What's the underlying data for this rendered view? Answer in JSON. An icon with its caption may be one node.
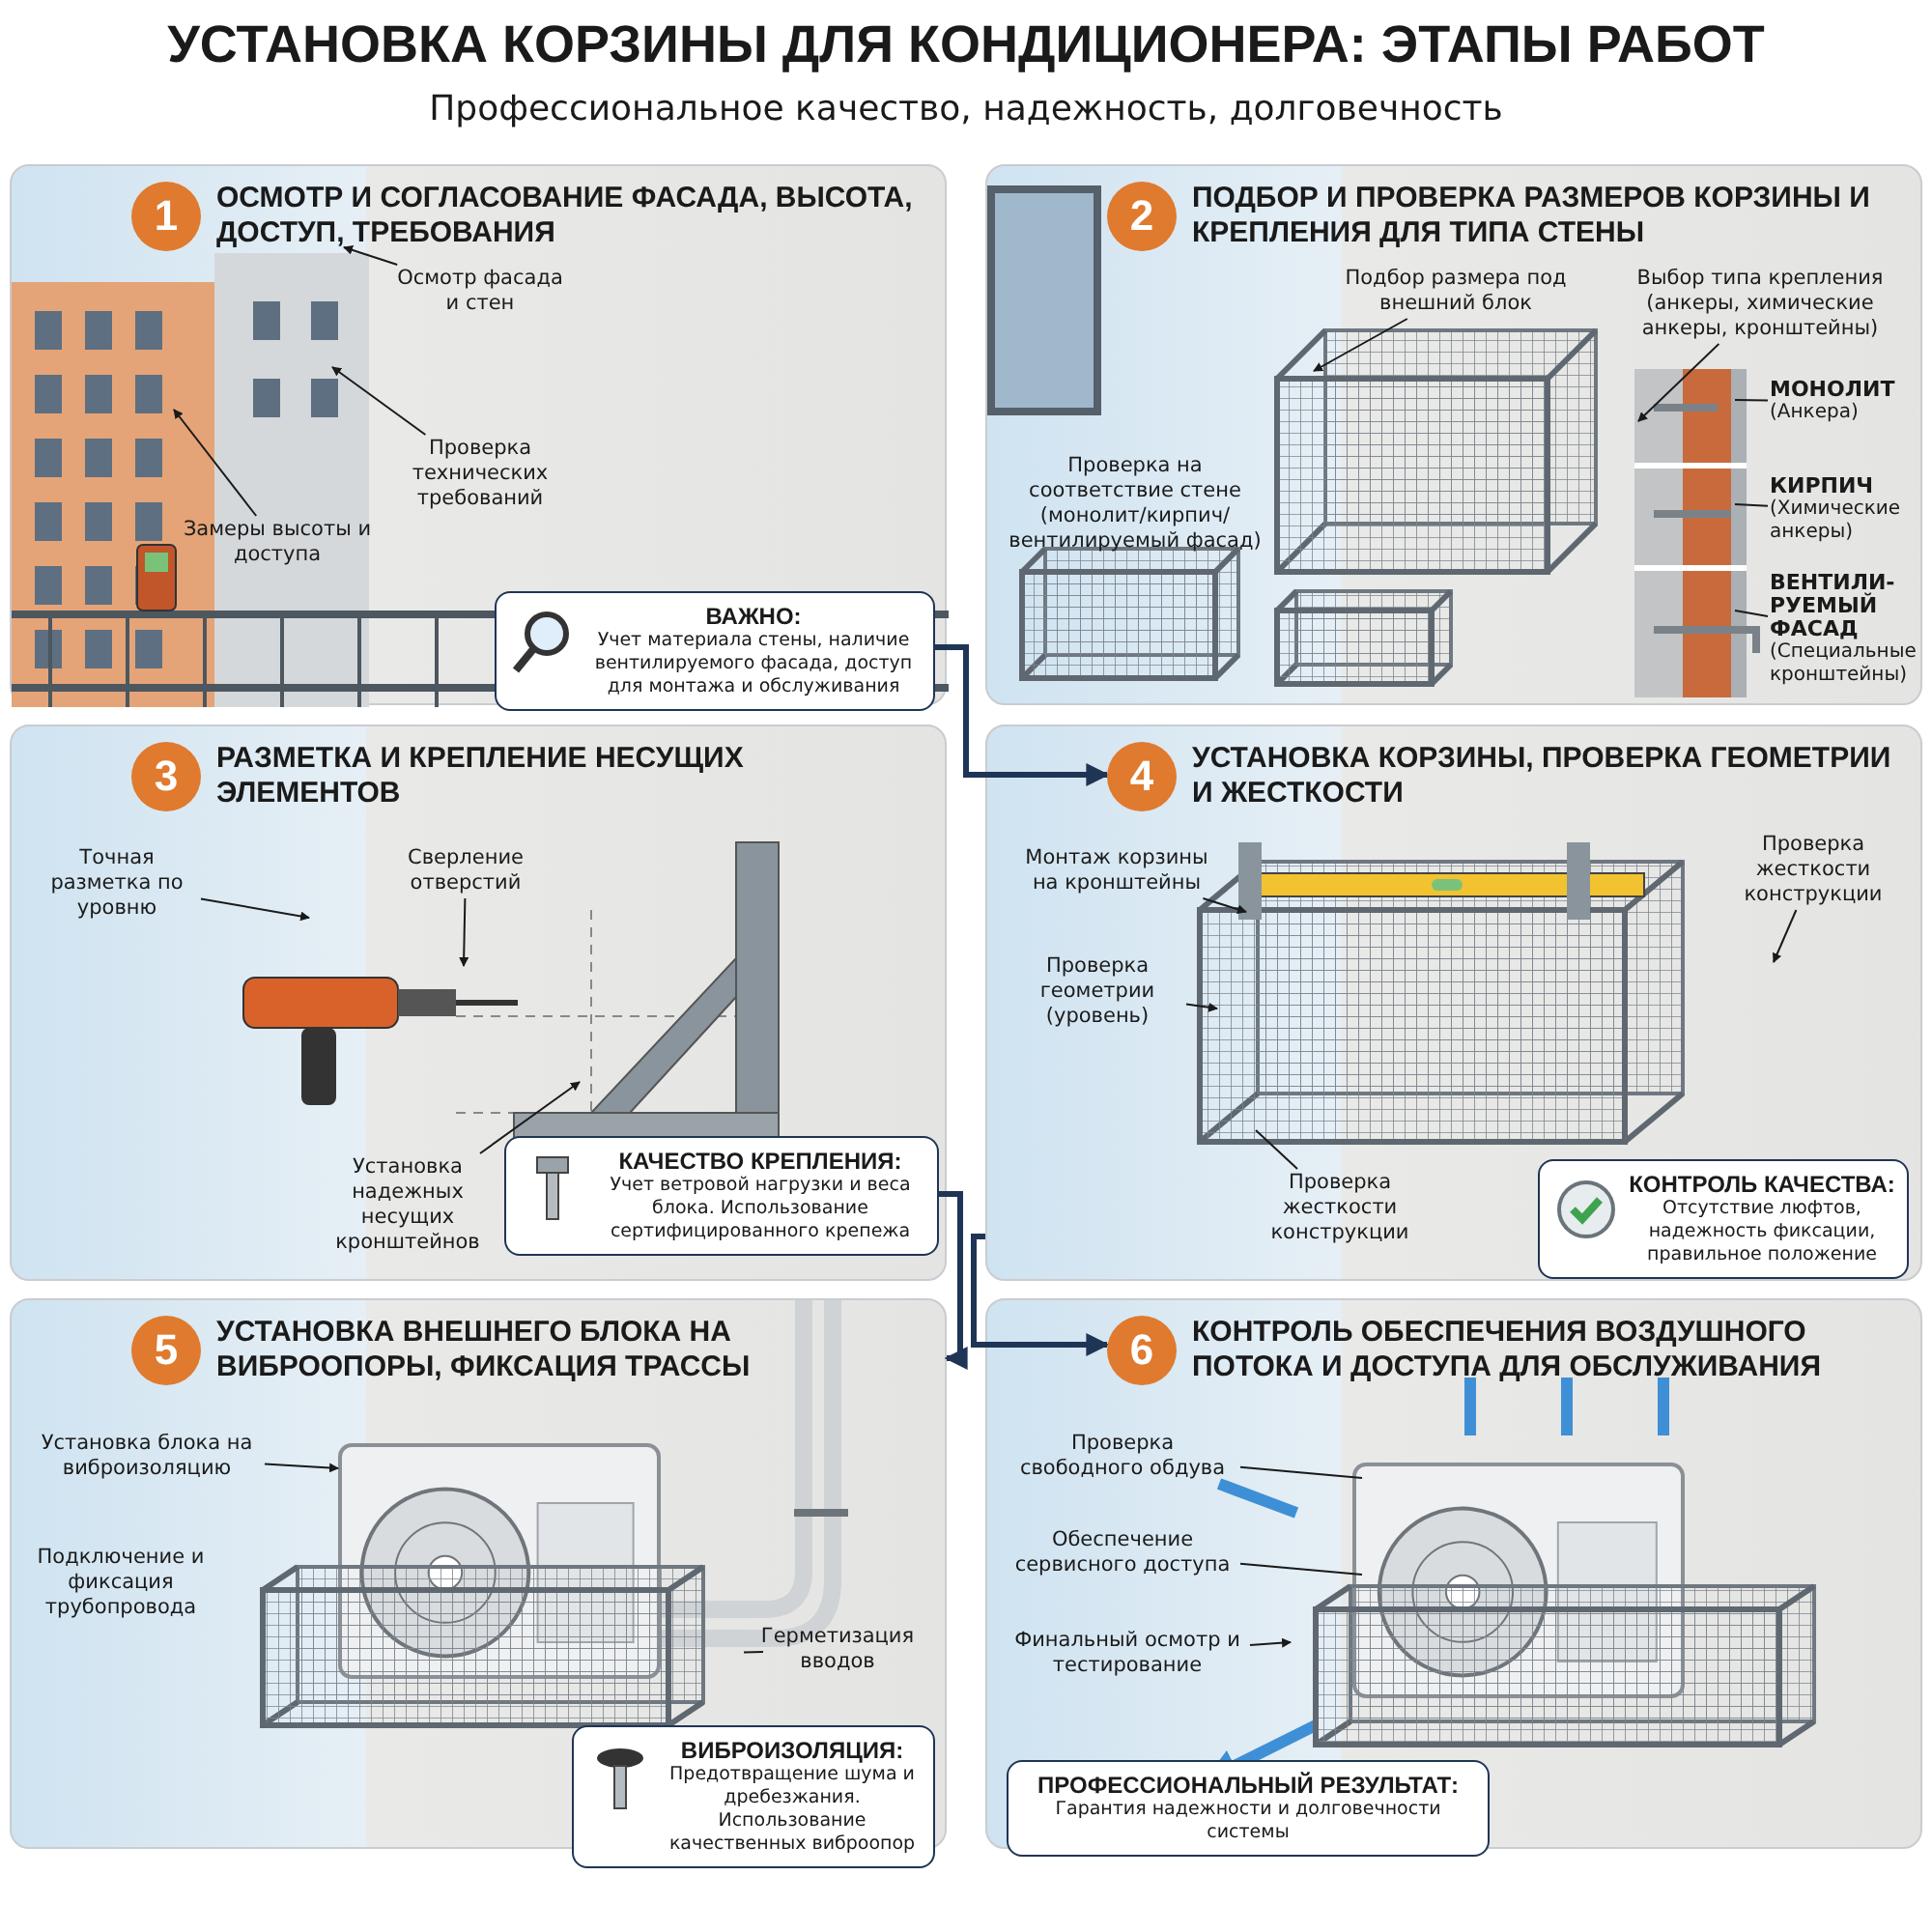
{
  "diagram": {
    "title": "УСТАНОВКА КОРЗИНЫ ДЛЯ КОНДИЦИОНЕРА: ЭТАПЫ РАБОТ",
    "nodes": [
      {
        "text": [
          "ОСМОТР И СОГЛАСОВАНИЕ ФАСАДА, ВЫСОТА, ДОСТУП, ТРЕБОВАНИЯ"
        ]
      },
      {
        "text": [
          "1"
        ],
        "in": 0
      },
      {
        "text": [
          "Осмотр фасада и стен"
        ],
        "in": 0
      },
      {
        "text": [
          "Проверка технических требований"
        ],
        "in": 0
      },
      {
        "text": [
          "Замеры высоты и доступа"
        ],
        "in": 0
      },
      {
        "text": [
          "ВАЖНО:",
          "Учет материала стены, наличие вентилируемого фасада, доступ для монтажа и обслуживания"
        ],
        "in": 0
      },
      {
        "text": [
          "ПОДБОР И ПРОВЕРКА РАЗМЕРОВ КОРЗИНЫ И КРЕПЛЕНИЯ ДЛЯ ТИПА СТЕНЫ"
        ]
      },
      {
        "text": [
          "2"
        ],
        "in": 6
      },
      {
        "text": [
          "Подбор размера под внешний блок"
        ],
        "in": 6
      },
      {
        "text": [
          "Выбор типа крепления (анкеры, химические анкеры, кронштейны)"
        ],
        "in": 6
      },
      {
        "text": [
          "МОНОЛИТ",
          "(Анкера)"
        ],
        "in": 6
      },
      {
        "text": [
          "КИРПИЧ",
          "(Химические анкеры)"
        ],
        "in": 6
      },
      {
        "text": [
          "ВЕНТИЛИ- РУЕМЫЙ ФАСАД",
          "(Специальные кронштейны)"
        ],
        "in": 6
      },
      {
        "text": [
          "РАЗМЕТКА И КРЕПЛЕНИЕ НЕСУЩИХ ЭЛЕМЕНТОВ"
        ]
      },
      {
        "text": [
          "3"
        ],
        "in": 13
      },
      {
        "text": [
          "Точная разметка по уровню"
        ],
        "in": 13
      },
      {
        "text": [
          "Сверление отверстий"
        ],
        "in": 13
      },
      {
        "text": [
          "Установка надежных несущих кронштейнов"
        ],
        "in": 13
      },
      {
        "text": [
          "КАЧЕСТВО КРЕПЛЕНИЯ:",
          "Учет ветровой нагрузки и веса блока. Использование сертифицированного крепежа"
        ],
        "in": 13
      },
      {
        "text": [
          "УСТАНОВКА КОРЗИНЫ, ПРОВЕРКА ГЕОМЕТРИИ И ЖЕСТКОСТИ"
        ]
      },
      {
        "text": [
          "4"
        ],
        "in": 19
      },
      {
        "text": [
          "Монтаж корзины на кронштейны"
        ],
        "in": 19
      },
      {
        "text": [
          "Проверка геометрии (уровень)"
        ],
        "in": 19
      },
      {
        "text": [
          "Проверка жесткости конструкции"
        ],
        "in": 19
      },
      {
        "text": [
          "Проверка жесткости конструкции"
        ],
        "in": 19
      },
      {
        "text": [
          "КОНТРОЛЬ КАЧЕСТВА:",
          "Отсутствие люфтов, надежность фиксации, правильное положение"
        ],
        "in": 19
      },
      {
        "text": [
          "УСТАНОВКА ВНЕШНЕГО БЛОКА НА ВИБРООПОРЫ, ФИКСАЦИЯ ТРАССЫ"
        ]
      },
      {
        "text": [
          "5"
        ],
        "in": 26
      },
      {
        "text": [
          "Установка блока на виброизоляцию"
        ],
        "in": 26
      },
      {
        "text": [
          "Герметизация вводов"
        ],
        "in": 26
      },
      {
        "text": [
          "ВИБРОИЗОЛЯЦИЯ:",
          "Предотвращение шума и дребезжания. Использование качественных виброопор"
        ],
        "in": 26
      },
      {
        "text": [
          "КОНТРОЛЬ ОБЕСПЕЧЕНИЯ ВОЗДУШНОГО ПОТОКА И ДОСТУПА ДЛЯ ОБСЛУЖИВАНИЯ"
        ]
      },
      {
        "text": [
          "6"
        ],
        "in": 31
      },
      {
        "text": [
          "Проверка свободного обдува"
        ],
        "in": 31
      },
      {
        "text": [
          "Обеспечение сервисного доступа"
        ],
        "in": 31
      },
      {
        "text": [
          "Финальный осмотр и тестирование"
        ],
        "in": 31
      },
      {
        "text": [
          "ПРОФЕССИОНАЛЬНЫЙ РЕЗУЛЬТАТ:",
          "Гарантия надежности и долговечности системы"
        ],
        "in": 31
      }
    ],
    "edges": [
      {
        "from": 2,
        "to": null,
        "arrow": "to"
      },
      {
        "from": 3,
        "to": null,
        "arrow": "to"
      },
      {
        "from": 4,
        "to": null,
        "arrow": "to"
      },
      {
        "from": 8,
        "to": null,
        "arrow": "to"
      },
      {
        "from": 9,
        "to": null,
        "arrow": "to"
      },
      {
        "from": 10,
        "to": null,
        "arrow": "none"
      },
      {
        "from": 11,
        "to": null,
        "arrow": "none"
      },
      {
        "from": 12,
        "to": null,
        "arrow": "none"
      },
      {
        "from": 15,
        "to": null,
        "arrow": "to"
      },
      {
        "from": 16,
        "to": null,
        "arrow": "to"
      },
      {
        "from": 17,
        "to": null,
        "arrow": "to"
      },
      {
        "from": 21,
        "to": null,
        "arrow": "to"
      },
      {
        "from": 22,
        "to": null,
        "arrow": "to"
      },
      {
        "from": 23,
        "to": null,
        "arrow": "to"
      },
      {
        "from": 24,
        "to": null,
        "arrow": "none"
      },
      {
        "from": 28,
        "to": null,
        "arrow": "to"
      },
      {
        "from": 29,
        "to": null,
        "arrow": "none"
      },
      {
        "from": 33,
        "to": null,
        "arrow": "none"
      },
      {
        "from": 34,
        "to": null,
        "arrow": "none"
      },
      {
        "from": 35,
        "to": null,
        "arrow": "to"
      },
      {
        "from": 5,
        "to": 20,
        "arrow": "to",
        "style": "thick",
        "color": "#1f3556"
      },
      {
        "from": 18,
        "to": 26,
        "arrow": "to",
        "style": "thick",
        "color": "#1f3556"
      },
      {
        "from": 19,
        "to": 32,
        "arrow": "to",
        "style": "thick",
        "color": "#1f3556"
      }
    ],
    "labels": [
      "Профессиональное качество, надежность, долговечность",
      "Проверка на соответствие стене (монолит/кирпич/вентилируемый фасад)",
      "Подключение и фиксация трубопровода"
    ]
  }
}
